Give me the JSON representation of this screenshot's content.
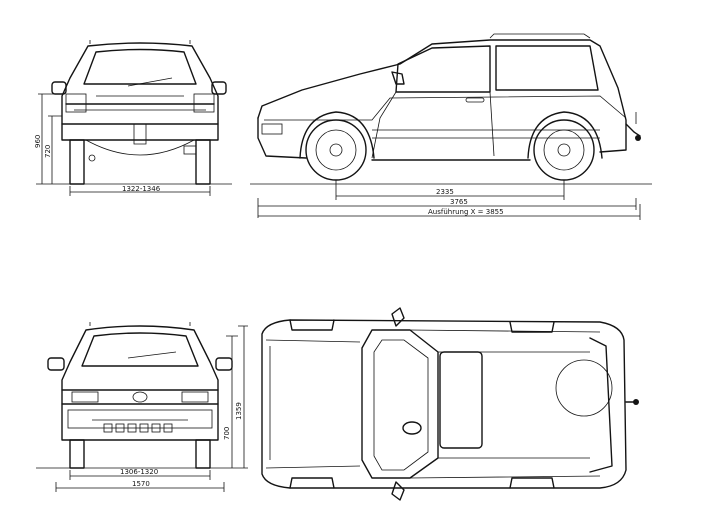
{
  "dimensions": {
    "rear_height_outer": "960",
    "rear_height_inner": "720",
    "rear_track": "1322-1346",
    "wheelbase": "2335",
    "length": "3765",
    "length_variant": "Ausführung X = 3855",
    "front_height": "1359",
    "front_height_inner": "700",
    "front_track": "1306-1320",
    "front_width": "1570"
  }
}
